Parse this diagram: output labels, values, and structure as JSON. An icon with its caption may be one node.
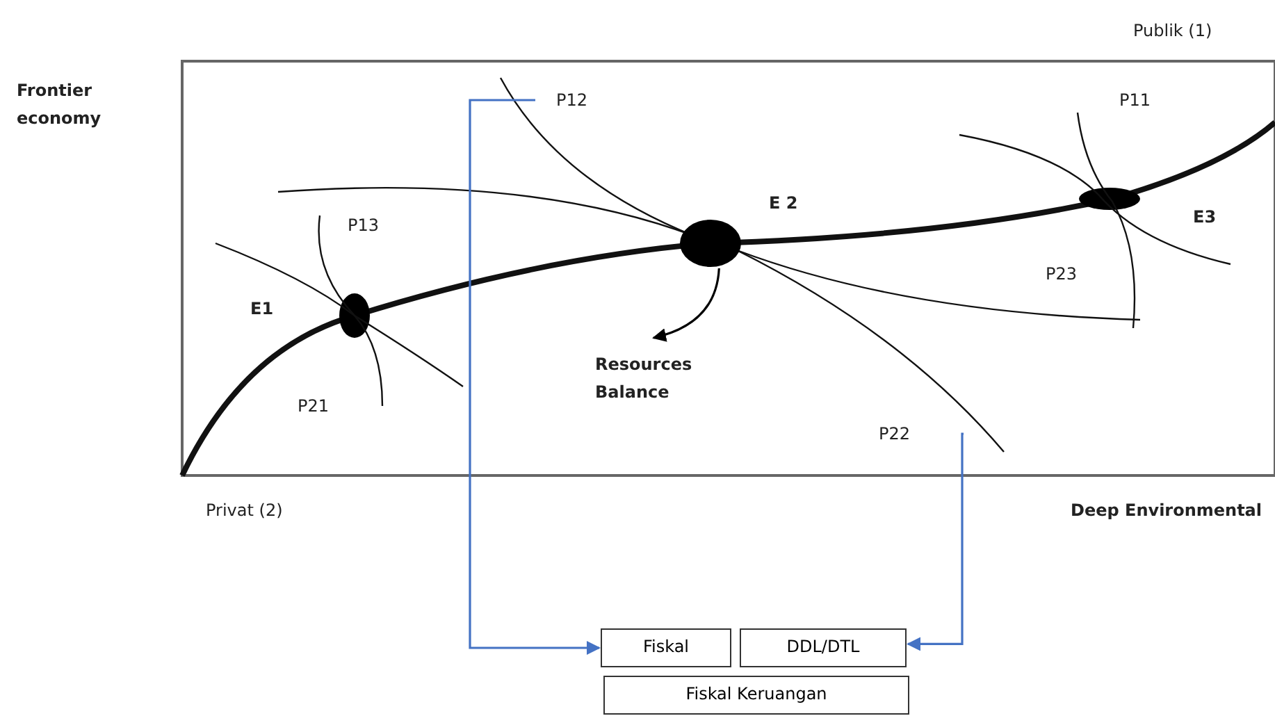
{
  "diagram": {
    "nodes": [
      {
        "text": [
          "P12"
        ]
      },
      {
        "text": [
          "P22"
        ]
      },
      {
        "text": [
          "Fiskal"
        ]
      },
      {
        "text": [
          "DDL/DTL"
        ]
      },
      {
        "text": [
          "Fiskal Keruangan"
        ]
      },
      {
        "text": [],
        "shape": "circle",
        "beside": [
          "E 2"
        ]
      },
      {
        "text": [
          "Resources Balance"
        ]
      }
    ],
    "edges": [
      {
        "from": 0,
        "to": 2,
        "arrow": "to",
        "color": "#4472c4"
      },
      {
        "from": 1,
        "to": 3,
        "arrow": "to",
        "color": "#4472c4"
      },
      {
        "from": 5,
        "to": 6,
        "arrow": "to",
        "color": "#000000"
      }
    ],
    "labels": [
      "Publik (1)",
      "Frontier economy",
      "P11",
      "P13",
      "E3",
      "E1",
      "P23",
      "P21",
      "Privat (2)",
      "Deep Environmental"
    ]
  }
}
